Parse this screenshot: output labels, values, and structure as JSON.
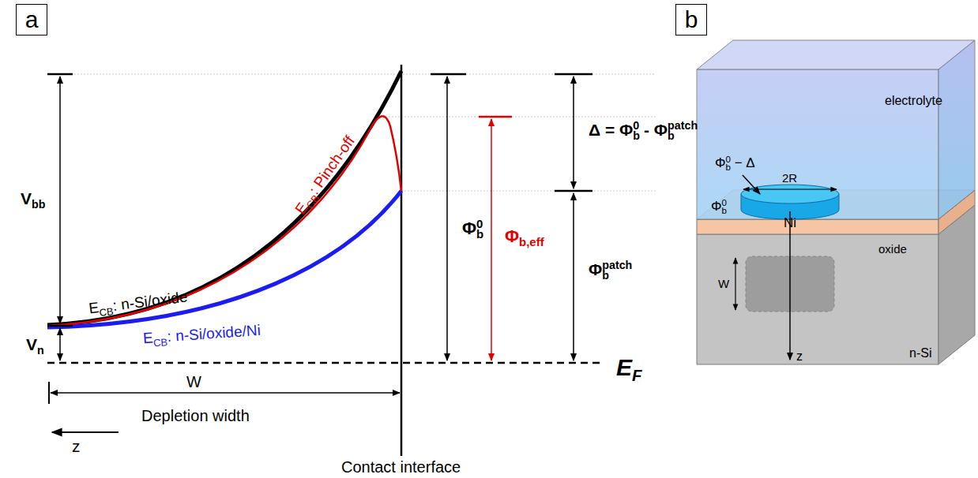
{
  "diagram": {
    "nodes": [
      {
        "text": [
          "a"
        ]
      },
      {
        "text": [
          "b"
        ]
      }
    ],
    "labels": [
      "Vbb",
      "Vn",
      "ECB: n-Si/oxide",
      "ECB: n-Si/oxide/Ni",
      "ECB: Pinch-off",
      "Φb0",
      "Φb,eff",
      "Δ = Φb0 - Φbpatch",
      "Φbpatch",
      "EF",
      "W",
      "Depletion width",
      "z",
      "Contact interface",
      "electrolyte",
      "Φb0 − Δ",
      "2R",
      "Ni",
      "Φb0",
      "oxide",
      "W",
      "z",
      "n-Si"
    ]
  }
}
